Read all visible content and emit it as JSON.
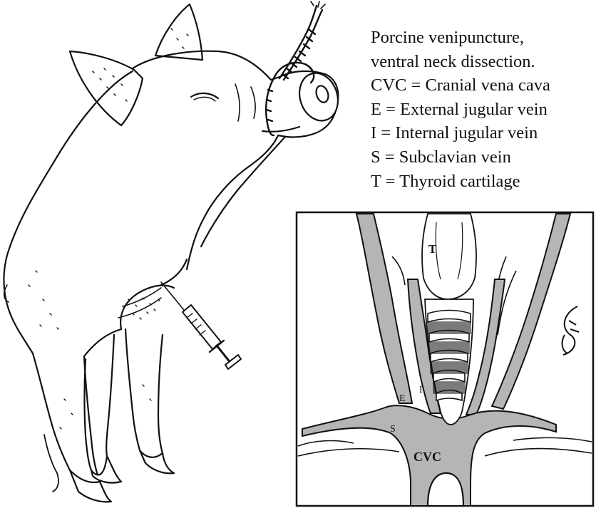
{
  "caption": {
    "title_line1": "Porcine venipuncture,",
    "title_line2": "ventral neck dissection.",
    "legend": [
      "CVC = Cranial vena cava",
      "E = External jugular vein",
      "I = Internal jugular vein",
      "S = Subclavian vein",
      "T = Thyroid cartilage"
    ]
  },
  "inset": {
    "labels": {
      "T": "T",
      "E": "E",
      "I": "I",
      "S": "S",
      "CVC": "CVC"
    },
    "vein_color": "#b5b5b5"
  },
  "colors": {
    "ink": "#111111",
    "background": "#ffffff"
  }
}
